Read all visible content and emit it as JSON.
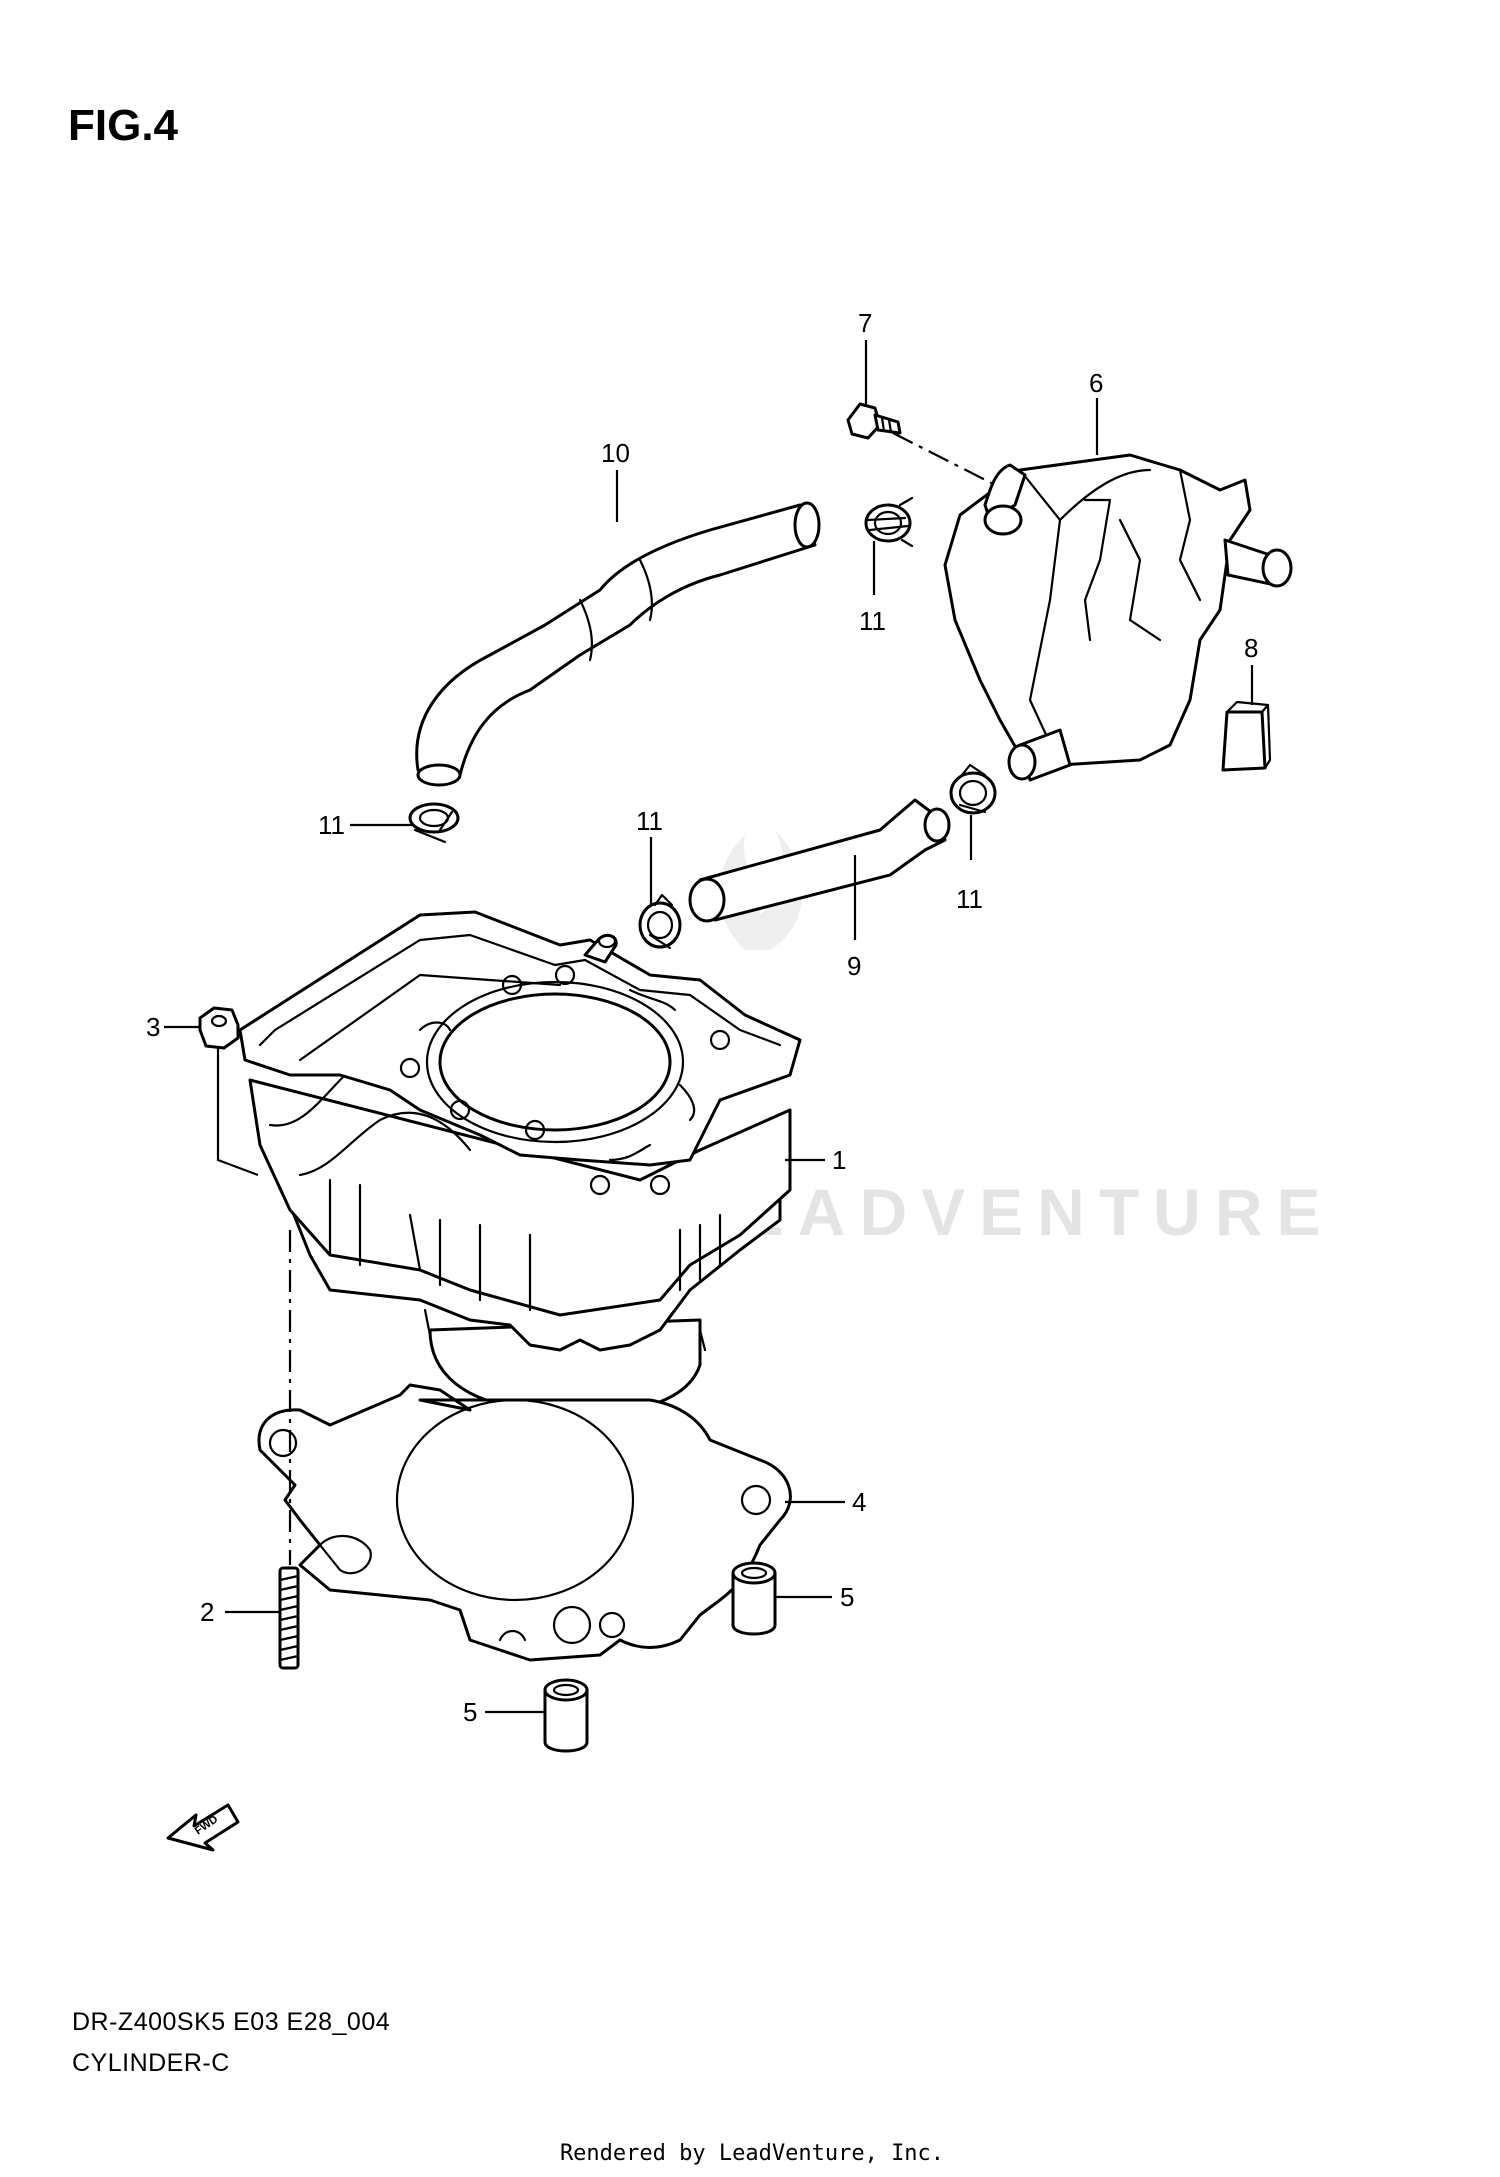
{
  "figure": {
    "title": "FIG.4",
    "model_code": "DR-Z400SK5 E03 E28_004",
    "section_name": "CYLINDER-C",
    "credit": "Rendered by LeadVenture, Inc.",
    "watermark": "LEADVENTURE"
  },
  "callouts": [
    {
      "id": "1",
      "label": "1",
      "part": "cylinder"
    },
    {
      "id": "2",
      "label": "2",
      "part": "stud"
    },
    {
      "id": "3",
      "label": "3",
      "part": "nut"
    },
    {
      "id": "4",
      "label": "4",
      "part": "cylinder-gasket"
    },
    {
      "id": "5a",
      "label": "5",
      "part": "dowel-pin"
    },
    {
      "id": "5b",
      "label": "5",
      "part": "dowel-pin"
    },
    {
      "id": "6",
      "label": "6",
      "part": "cover-case"
    },
    {
      "id": "7",
      "label": "7",
      "part": "bolt"
    },
    {
      "id": "8",
      "label": "8",
      "part": "pad"
    },
    {
      "id": "9",
      "label": "9",
      "part": "hose"
    },
    {
      "id": "10",
      "label": "10",
      "part": "hose"
    },
    {
      "id": "11a",
      "label": "11",
      "part": "clamp"
    },
    {
      "id": "11b",
      "label": "11",
      "part": "clamp"
    },
    {
      "id": "11c",
      "label": "11",
      "part": "clamp"
    },
    {
      "id": "11d",
      "label": "11",
      "part": "clamp"
    }
  ],
  "fwd_badge": {
    "text": "FWD"
  },
  "colors": {
    "ink": "#000000",
    "paper": "#ffffff",
    "watermark": "#e4e4e4"
  }
}
